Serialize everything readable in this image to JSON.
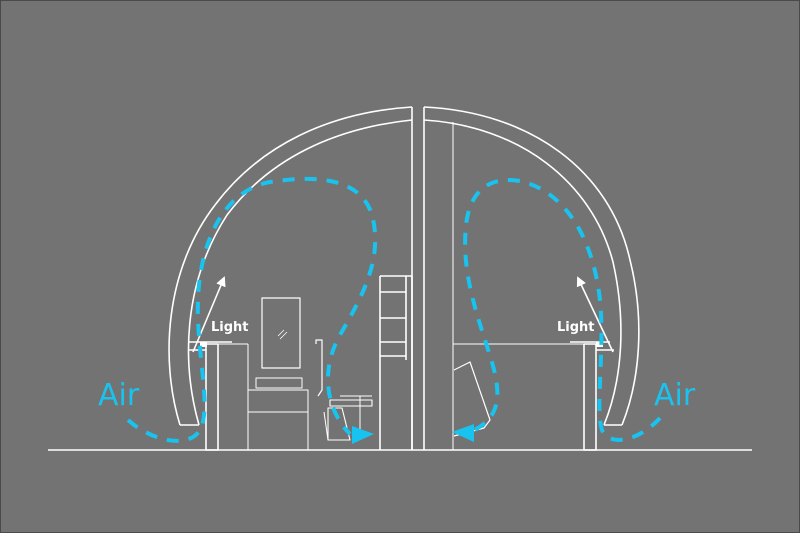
{
  "labels": {
    "light_left": "Light",
    "light_right": "Light",
    "air_left": "Air",
    "air_right": "Air"
  },
  "colors": {
    "background": "#737373",
    "line": "#ffffff",
    "air": "#19c3f0",
    "frame": "#4a4a4a"
  }
}
